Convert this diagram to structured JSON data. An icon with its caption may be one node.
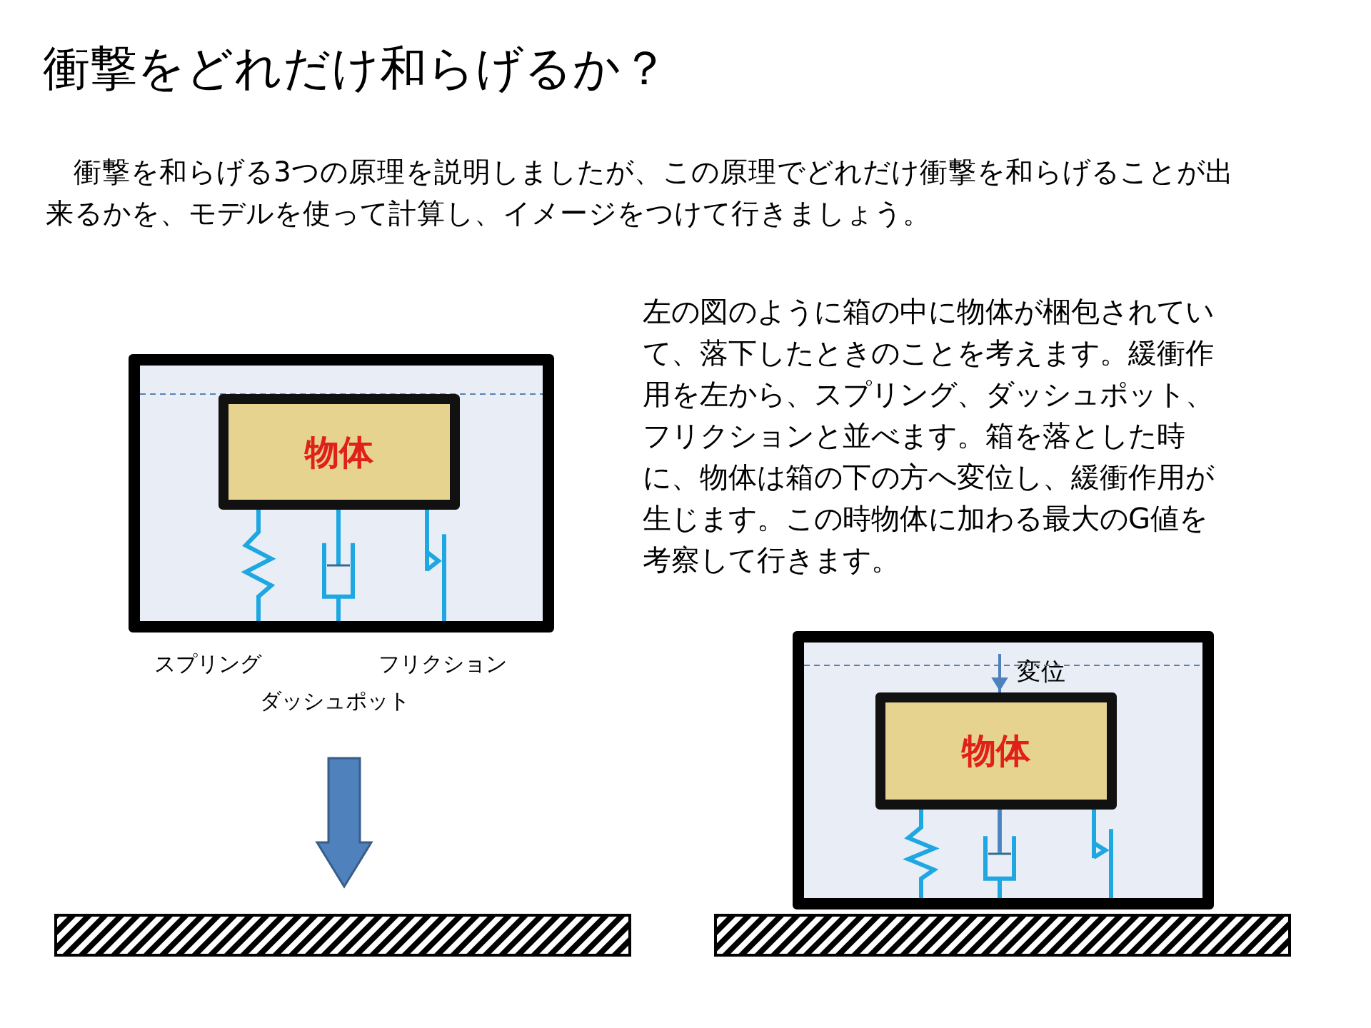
{
  "diagram": {
    "title": "衝撃をどれだけ和らげるか？",
    "nodes": [
      {
        "text": [],
        "shape": "box"
      },
      {
        "text": [
          "物体"
        ],
        "in": 0
      },
      {
        "text": [],
        "shape": "box"
      },
      {
        "text": [
          "物体"
        ],
        "in": 2
      }
    ],
    "edges": [],
    "labels": [
      "衝撃を和らげる3つの原理を説明しましたが、この原理でどれだけ衝撃を和らげることが出来るかを、モデルを使って計算し、イメージをつけて行きましょう。",
      "左の図のように箱の中に物体が梱包されていて、落下したときのことを考えます。緩衝作用を左から、スプリング、ダッシュポット、フリクションと並べます。箱を落とした時に、物体は箱の下の方へ変位し、緩衝作用が生じます。この時物体に加わる最大のG値を考察して行きます。",
      "スプリング",
      "フリクション",
      "ダッシュポット",
      "変位"
    ]
  }
}
